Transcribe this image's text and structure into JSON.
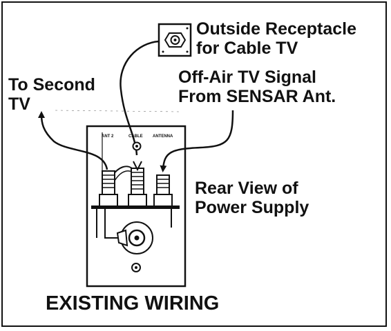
{
  "labels": {
    "outside_receptacle": [
      "Outside Receptacle",
      "for Cable TV"
    ],
    "second_tv": [
      "To Second",
      "TV"
    ],
    "off_air_signal": [
      "Off-Air TV Signal",
      "From SENSAR Ant."
    ],
    "rear_view": [
      "Rear View of",
      "Power Supply"
    ],
    "title": "EXISTING WIRING"
  },
  "jack_labels": {
    "ant2": "ANT 2",
    "cable": "CABLE",
    "antenna": "ANTENNA"
  },
  "colors": {
    "ink": "#111111",
    "paper": "#ffffff"
  }
}
